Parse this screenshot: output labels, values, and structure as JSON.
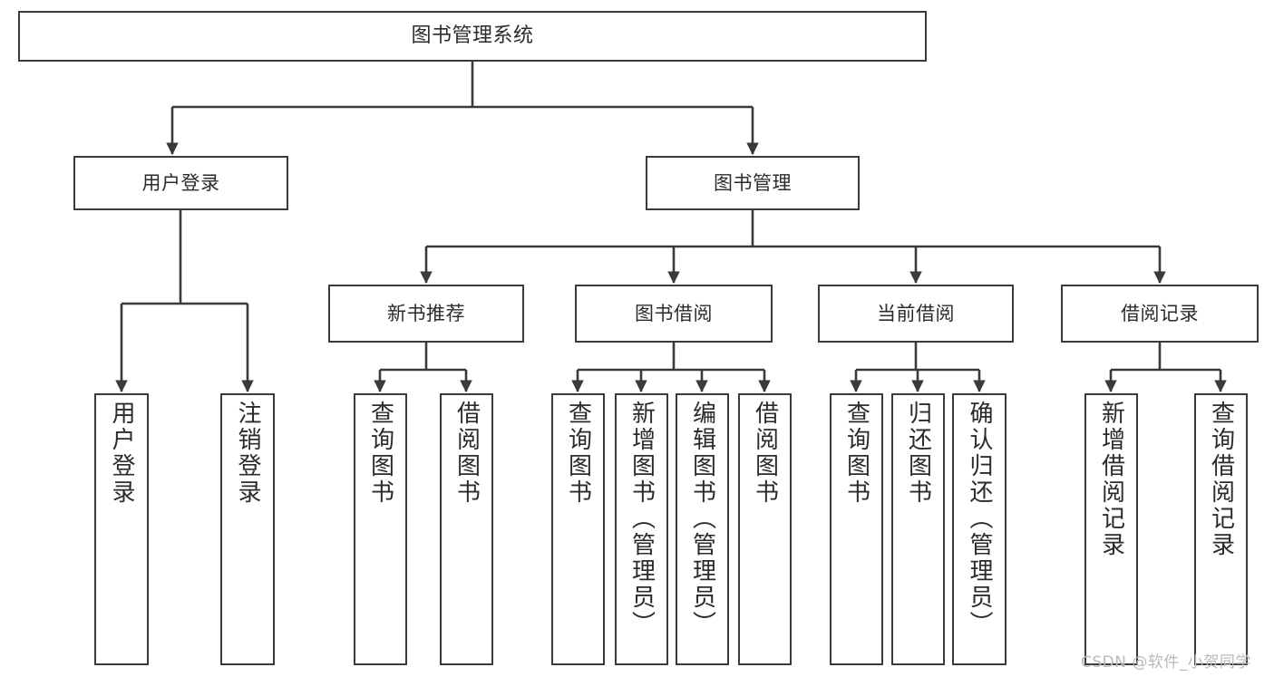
{
  "diagram": {
    "type": "tree-hierarchy",
    "title": "图书管理系统",
    "root": {
      "id": "root",
      "label": "图书管理系统"
    },
    "level1": [
      {
        "id": "user-login",
        "label": "用户登录"
      },
      {
        "id": "book-management",
        "label": "图书管理"
      }
    ],
    "level2": [
      {
        "id": "new-book-recommend",
        "label": "新书推荐",
        "parent": "book-management"
      },
      {
        "id": "book-borrow",
        "label": "图书借阅",
        "parent": "book-management"
      },
      {
        "id": "current-borrow",
        "label": "当前借阅",
        "parent": "book-management"
      },
      {
        "id": "borrow-record",
        "label": "借阅记录",
        "parent": "book-management"
      }
    ],
    "leaves": [
      {
        "id": "leaf-user-login",
        "label": "用户登录",
        "parent": "user-login"
      },
      {
        "id": "leaf-logout-login",
        "label": "注销登录",
        "parent": "user-login"
      },
      {
        "id": "leaf-query-book-1",
        "label": "查询图书",
        "parent": "new-book-recommend"
      },
      {
        "id": "leaf-borrow-book-1",
        "label": "借阅图书",
        "parent": "new-book-recommend"
      },
      {
        "id": "leaf-query-book-2",
        "label": "查询图书",
        "parent": "book-borrow"
      },
      {
        "id": "leaf-add-book",
        "label": "新增图书（管理员）",
        "parent": "book-borrow"
      },
      {
        "id": "leaf-edit-book",
        "label": "编辑图书（管理员）",
        "parent": "book-borrow"
      },
      {
        "id": "leaf-borrow-book-2",
        "label": "借阅图书",
        "parent": "book-borrow"
      },
      {
        "id": "leaf-query-book-3",
        "label": "查询图书",
        "parent": "current-borrow"
      },
      {
        "id": "leaf-return-book",
        "label": "归还图书",
        "parent": "current-borrow"
      },
      {
        "id": "leaf-confirm-return",
        "label": "确认归还（管理员）",
        "parent": "current-borrow"
      },
      {
        "id": "leaf-add-record",
        "label": "新增借阅记录",
        "parent": "borrow-record"
      },
      {
        "id": "leaf-query-record",
        "label": "查询借阅记录",
        "parent": "borrow-record"
      }
    ]
  },
  "watermark": {
    "text": "CSDN @软件_小贺同学"
  },
  "colors": {
    "stroke": "#3a3a3a",
    "text": "#2b2b2b",
    "background": "#ffffff",
    "watermark": "#b9b9b9"
  }
}
